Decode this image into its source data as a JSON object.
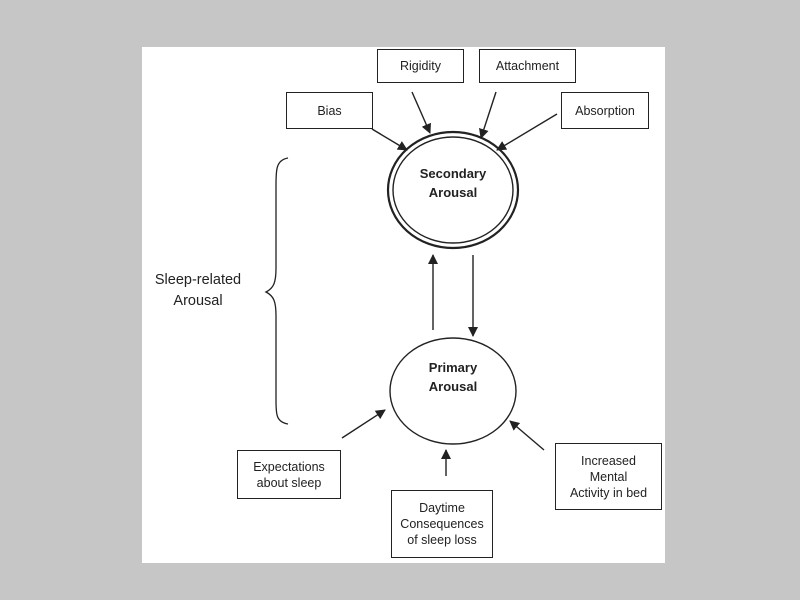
{
  "nodes": {
    "rigidity": "Rigidity",
    "attachment": "Attachment",
    "bias": "Bias",
    "absorption": "Absorption",
    "secondary_arousal": "Secondary\nArousal",
    "primary_arousal": "Primary\nArousal",
    "expectations": "Expectations\nabout sleep",
    "daytime_consequences": "Daytime\nConsequences\nof sleep loss",
    "mental_activity": "Increased\nMental\nActivity in bed"
  },
  "group_label": "Sleep-related\nArousal"
}
